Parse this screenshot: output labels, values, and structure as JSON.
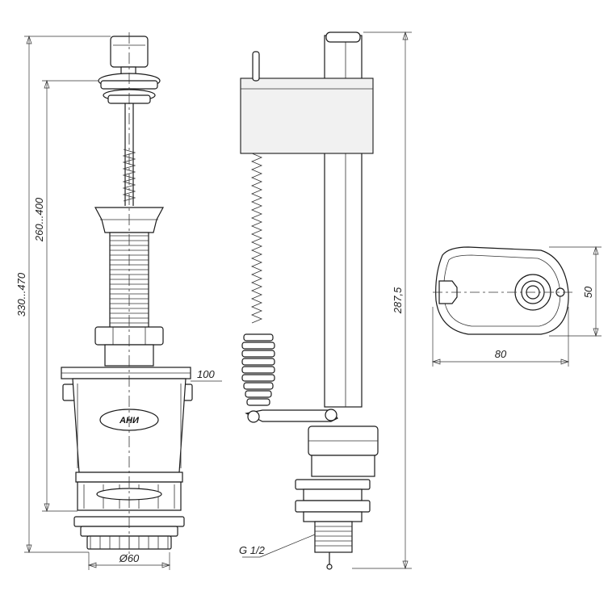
{
  "dimensions": {
    "overall_height": "330...470",
    "float_height": "260...400",
    "bowl_diameter": "Ø60",
    "bowl_width": "100",
    "valve_height": "287,5",
    "thread": "G 1/2",
    "float_length": "80",
    "float_width": "50"
  },
  "logo": {
    "text": "АНИ"
  },
  "colors": {
    "line": "#1a1a1a",
    "background": "#ffffff"
  }
}
